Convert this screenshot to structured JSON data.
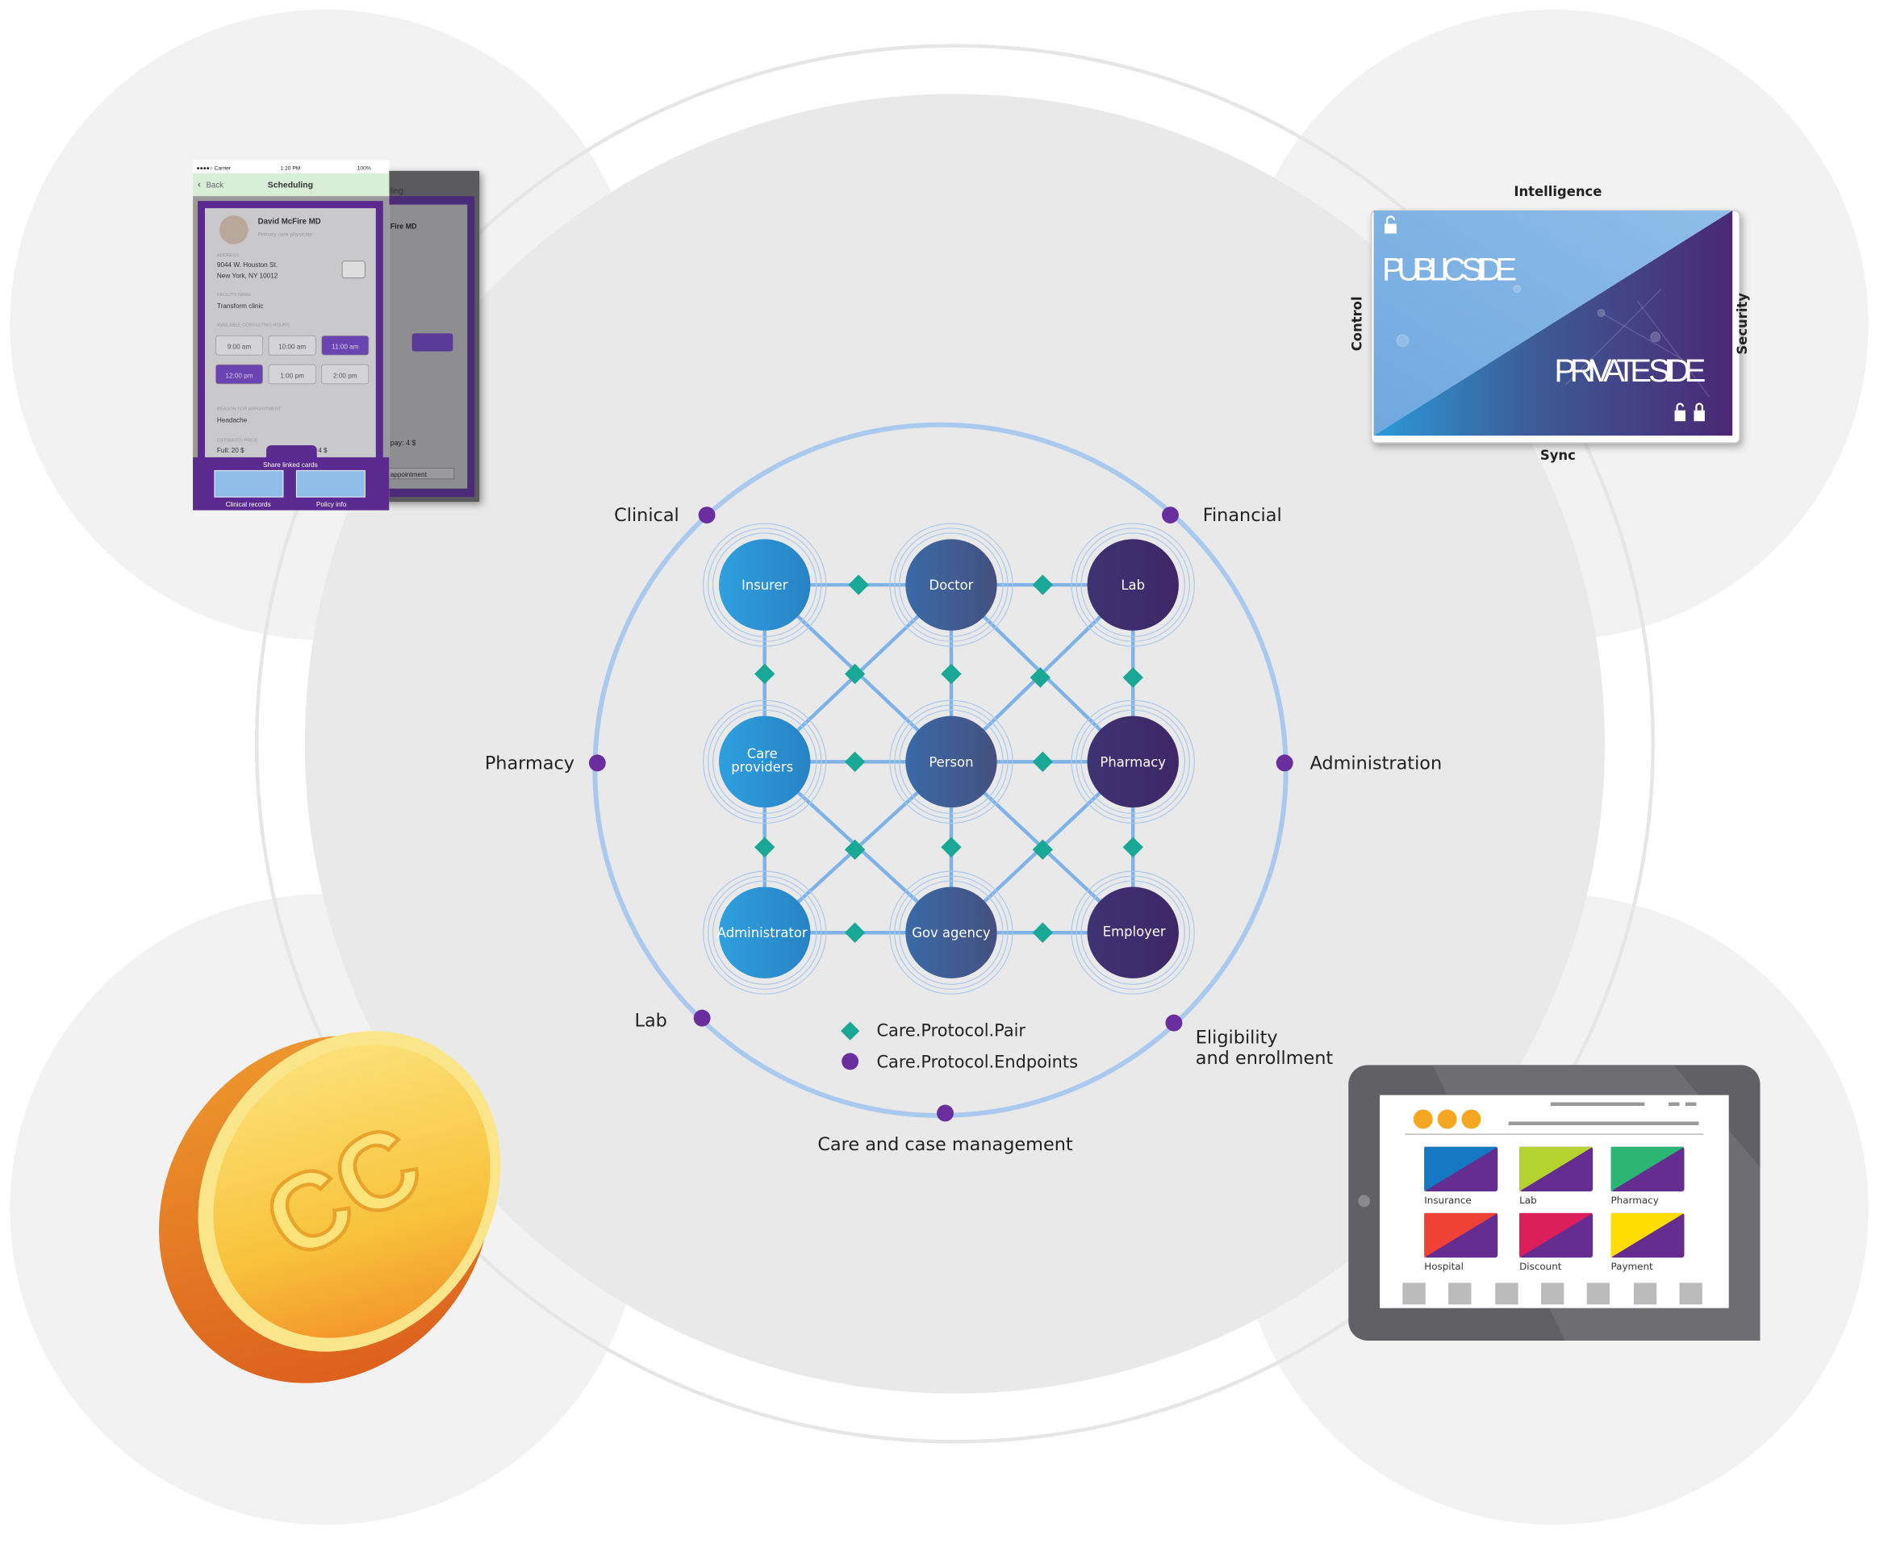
{
  "colors": {
    "endpoint": "#6a2e9e",
    "pair": "#1aa896",
    "ring": "#a9c9ee",
    "col1": "#2a93d5",
    "col2": "#3f5a95",
    "col3": "#3e2b6c"
  },
  "nodes": {
    "insurer": "Insurer",
    "doctor": "Doctor",
    "lab": "Lab",
    "care1": "Care",
    "care2": "providers",
    "person": "Person",
    "pharmacy": "Pharmacy",
    "administrator": "Administrator",
    "gov": "Gov agency",
    "employer": "Employer"
  },
  "endpoints": {
    "clinical": "Clinical",
    "financial": "Financial",
    "pharmacy": "Pharmacy",
    "administration": "Administration",
    "lab": "Lab",
    "eligibility1": "Eligibility",
    "eligibility2": "and enrollment",
    "care": "Care and case management"
  },
  "legend": {
    "pair": "Care.Protocol.Pair",
    "endpoints": "Care.Protocol.Endpoints"
  },
  "card": {
    "top": "Intelligence",
    "left": "Control",
    "right": "Security",
    "bottom": "Sync",
    "public": "PUBLIC SIDE",
    "private": "PRIVATE SIDE"
  },
  "phone": {
    "carrier": "●●●●○ Carrier",
    "time": "1:20 PM",
    "battery": "100%",
    "back": "Back",
    "title": "Scheduling",
    "doctor": "David McFire MD",
    "role": "Primary care physician",
    "address_label": "ADDRESS",
    "address1": "9044 W. Houston St.",
    "address2": "New York, NY 10012",
    "facility_label": "FACILITY NAME",
    "facility": "Transform clinic",
    "hours_label": "AVAILABLE CONSULTING HOURS",
    "slots": [
      "9:00 am",
      "10:00 am",
      "11:00 am",
      "12:00 pm",
      "1:00 pm",
      "2:00 pm"
    ],
    "reason_label": "REASON FOR APPOINTMENT",
    "reason": "Headache",
    "price_label": "ESTIMATED PRICE",
    "price_full": "Full: 20 $",
    "price_pay": "4 $",
    "share": "Share linked cards",
    "card1": "Clinical records",
    "card2": "Policy info",
    "back_pay": "pay: 4 $",
    "back_btn": "appointment",
    "back_title": "ling",
    "back_doc": "Fire MD"
  },
  "tablet": {
    "tiles": [
      "Insurance",
      "Lab",
      "Pharmacy",
      "Hospital",
      "Discount",
      "Payment"
    ]
  },
  "coin": {
    "mark": "CC"
  }
}
